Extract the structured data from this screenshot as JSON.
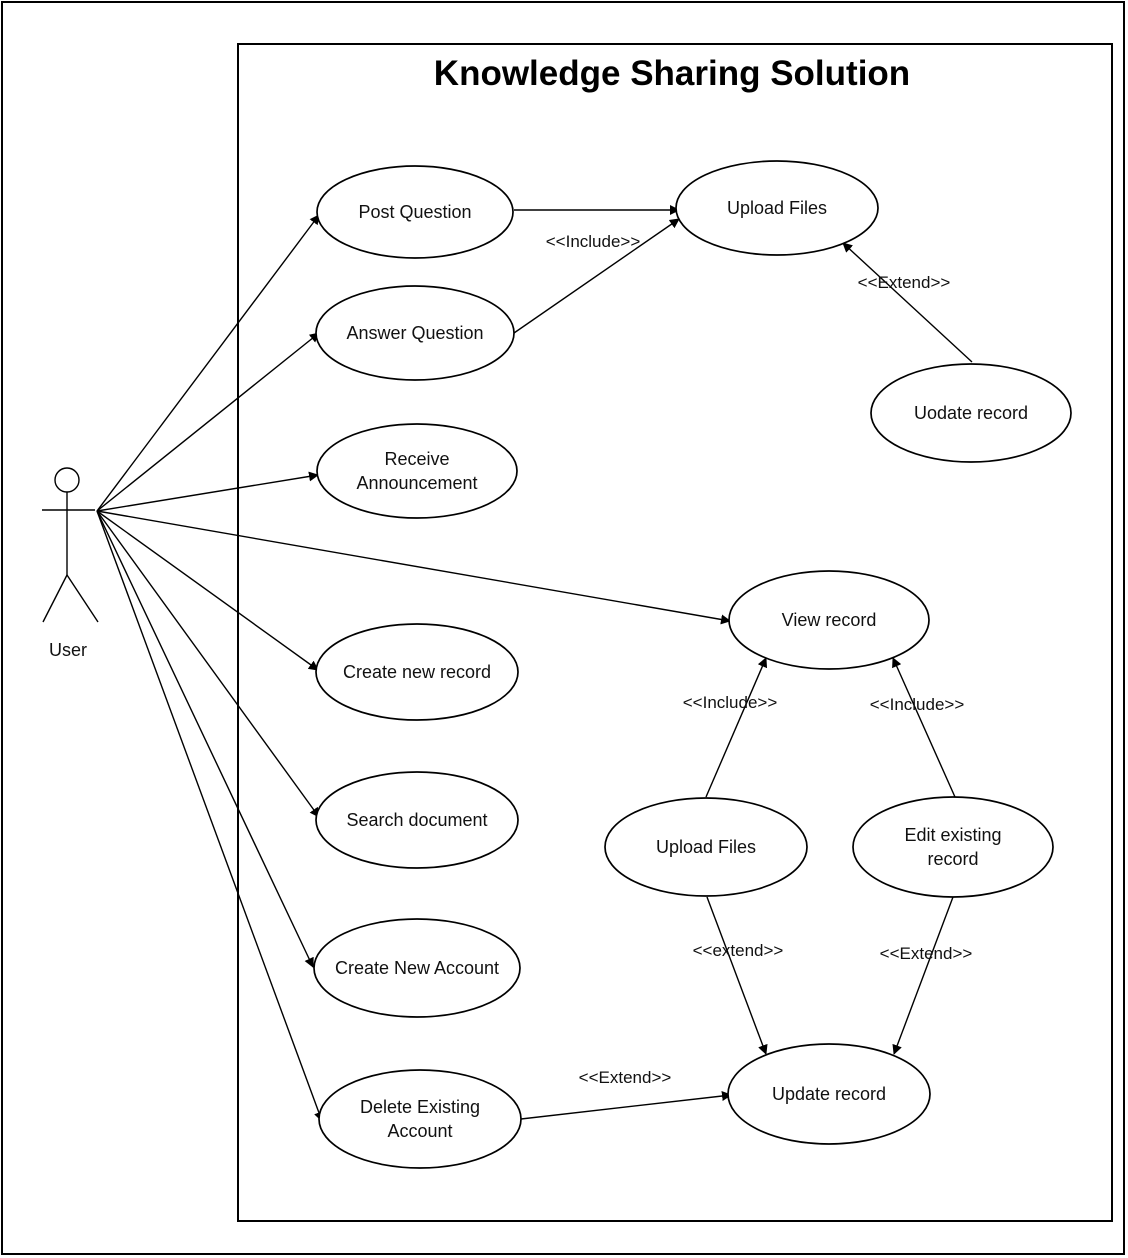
{
  "diagram": {
    "title": "Knowledge Sharing Solution",
    "actor": {
      "label": "User"
    },
    "use_cases": [
      {
        "id": "post-question",
        "lines": [
          "Post Question"
        ]
      },
      {
        "id": "answer-question",
        "lines": [
          "Answer Question"
        ]
      },
      {
        "id": "receive-announcement",
        "lines": [
          "Receive",
          "Announcement"
        ]
      },
      {
        "id": "create-new-record",
        "lines": [
          "Create new record"
        ]
      },
      {
        "id": "search-document",
        "lines": [
          "Search document"
        ]
      },
      {
        "id": "create-new-account",
        "lines": [
          "Create New Account"
        ]
      },
      {
        "id": "delete-existing-account",
        "lines": [
          "Delete Existing",
          "Account"
        ]
      },
      {
        "id": "upload-files-top",
        "lines": [
          "Upload Files"
        ]
      },
      {
        "id": "uodate-record",
        "lines": [
          "Uodate record"
        ]
      },
      {
        "id": "view-record",
        "lines": [
          "View record"
        ]
      },
      {
        "id": "upload-files-bottom",
        "lines": [
          "Upload Files"
        ]
      },
      {
        "id": "edit-existing-record",
        "lines": [
          "Edit existing",
          "record"
        ]
      },
      {
        "id": "update-record",
        "lines": [
          "Update record"
        ]
      }
    ],
    "associations": [
      {
        "from": "actor",
        "to": "post-question"
      },
      {
        "from": "actor",
        "to": "answer-question"
      },
      {
        "from": "actor",
        "to": "receive-announcement"
      },
      {
        "from": "actor",
        "to": "view-record"
      },
      {
        "from": "actor",
        "to": "create-new-record"
      },
      {
        "from": "actor",
        "to": "search-document"
      },
      {
        "from": "actor",
        "to": "create-new-account"
      },
      {
        "from": "actor",
        "to": "delete-existing-account"
      }
    ],
    "relations": [
      {
        "id": "post-include-upload",
        "from": "post-question",
        "to": "upload-files-top",
        "label": ""
      },
      {
        "id": "answer-include-upload",
        "from": "answer-question",
        "to": "upload-files-top",
        "label": "<<Include>>"
      },
      {
        "id": "uodate-extend-upload",
        "from": "uodate-record",
        "to": "upload-files-top",
        "label": "<<Extend>>"
      },
      {
        "id": "upload-include-view",
        "from": "upload-files-bottom",
        "to": "view-record",
        "label": "<<Include>>"
      },
      {
        "id": "edit-include-view",
        "from": "edit-existing-record",
        "to": "view-record",
        "label": "<<Include>>"
      },
      {
        "id": "upload-extend-update",
        "from": "upload-files-bottom",
        "to": "update-record",
        "label": "<<extend>>"
      },
      {
        "id": "edit-extend-update",
        "from": "edit-existing-record",
        "to": "update-record",
        "label": "<<Extend>>"
      },
      {
        "id": "delete-extend-update",
        "from": "delete-existing-account",
        "to": "update-record",
        "label": "<<Extend>>"
      }
    ]
  }
}
